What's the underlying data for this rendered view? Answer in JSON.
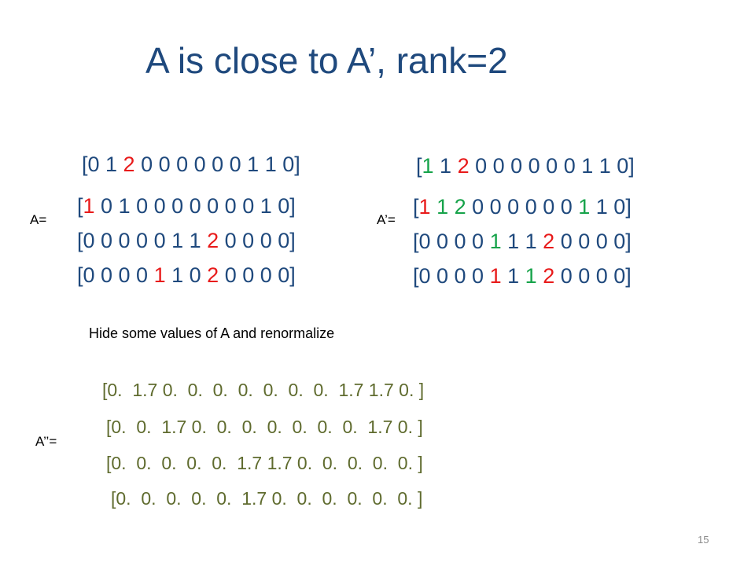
{
  "slide": {
    "title": "A is close to A’, rank=2",
    "note": "Hide some values of A and renormalize",
    "page_number": "15"
  },
  "matrix_a": {
    "label": "A=",
    "rows": [
      [
        {
          "t": "[0 1 ",
          "c": "blue"
        },
        {
          "t": "2",
          "c": "red"
        },
        {
          "t": " 0 0 0 0 0 0 1 1 0]",
          "c": "blue"
        }
      ],
      [
        {
          "t": "[",
          "c": "blue"
        },
        {
          "t": "1",
          "c": "red"
        },
        {
          "t": " 0 1 0 0 0 0 0 0 0 1 0]",
          "c": "blue"
        }
      ],
      [
        {
          "t": "[0 0 0 0 0 1 1 ",
          "c": "blue"
        },
        {
          "t": "2",
          "c": "red"
        },
        {
          "t": " 0 0 0 0]",
          "c": "blue"
        }
      ],
      [
        {
          "t": "[0 0 0 0 ",
          "c": "blue"
        },
        {
          "t": "1",
          "c": "red"
        },
        {
          "t": " 1 0 ",
          "c": "blue"
        },
        {
          "t": "2",
          "c": "red"
        },
        {
          "t": " 0 0 0 0]",
          "c": "blue"
        }
      ]
    ]
  },
  "matrix_a_prime": {
    "label": "A’=",
    "rows": [
      [
        {
          "t": "[",
          "c": "blue"
        },
        {
          "t": "1",
          "c": "green"
        },
        {
          "t": " 1 ",
          "c": "blue"
        },
        {
          "t": "2",
          "c": "red"
        },
        {
          "t": " 0 0 0 0 0 0 1 1 0]",
          "c": "blue"
        }
      ],
      [
        {
          "t": "[",
          "c": "blue"
        },
        {
          "t": "1",
          "c": "red"
        },
        {
          "t": " ",
          "c": "blue"
        },
        {
          "t": "1",
          "c": "green"
        },
        {
          "t": " ",
          "c": "blue"
        },
        {
          "t": "2",
          "c": "green"
        },
        {
          "t": " 0 0 0 0 0 0 ",
          "c": "blue"
        },
        {
          "t": "1",
          "c": "green"
        },
        {
          "t": " 1 0]",
          "c": "blue"
        }
      ],
      [
        {
          "t": "[0 0 0 0 ",
          "c": "blue"
        },
        {
          "t": "1",
          "c": "green"
        },
        {
          "t": " 1 1 ",
          "c": "blue"
        },
        {
          "t": "2",
          "c": "red"
        },
        {
          "t": " 0 0 0 0]",
          "c": "blue"
        }
      ],
      [
        {
          "t": "[0 0 0 0 ",
          "c": "blue"
        },
        {
          "t": "1",
          "c": "red"
        },
        {
          "t": " 1 ",
          "c": "blue"
        },
        {
          "t": "1",
          "c": "green"
        },
        {
          "t": " ",
          "c": "blue"
        },
        {
          "t": "2",
          "c": "red"
        },
        {
          "t": " 0 0 0 0]",
          "c": "blue"
        }
      ]
    ]
  },
  "matrix_a_double_prime": {
    "label": "A’’=",
    "rows": [
      "[0.  1.7 0.  0.  0.  0.  0.  0.  0.  1.7 1.7 0. ]",
      "[0.  0.  1.7 0.  0.  0.  0.  0.  0.  0.  1.7 0. ]",
      "[0.  0.  0.  0.  0.  1.7 1.7 0.  0.  0.  0.  0. ]",
      "[0.  0.  0.  0.  0.  1.7 0.  0.  0.  0.  0.  0. ]"
    ]
  },
  "colors": {
    "blue": "#1f497d",
    "red": "#e81a1a",
    "green": "#16a34a",
    "olive": "#5f6b2e"
  }
}
